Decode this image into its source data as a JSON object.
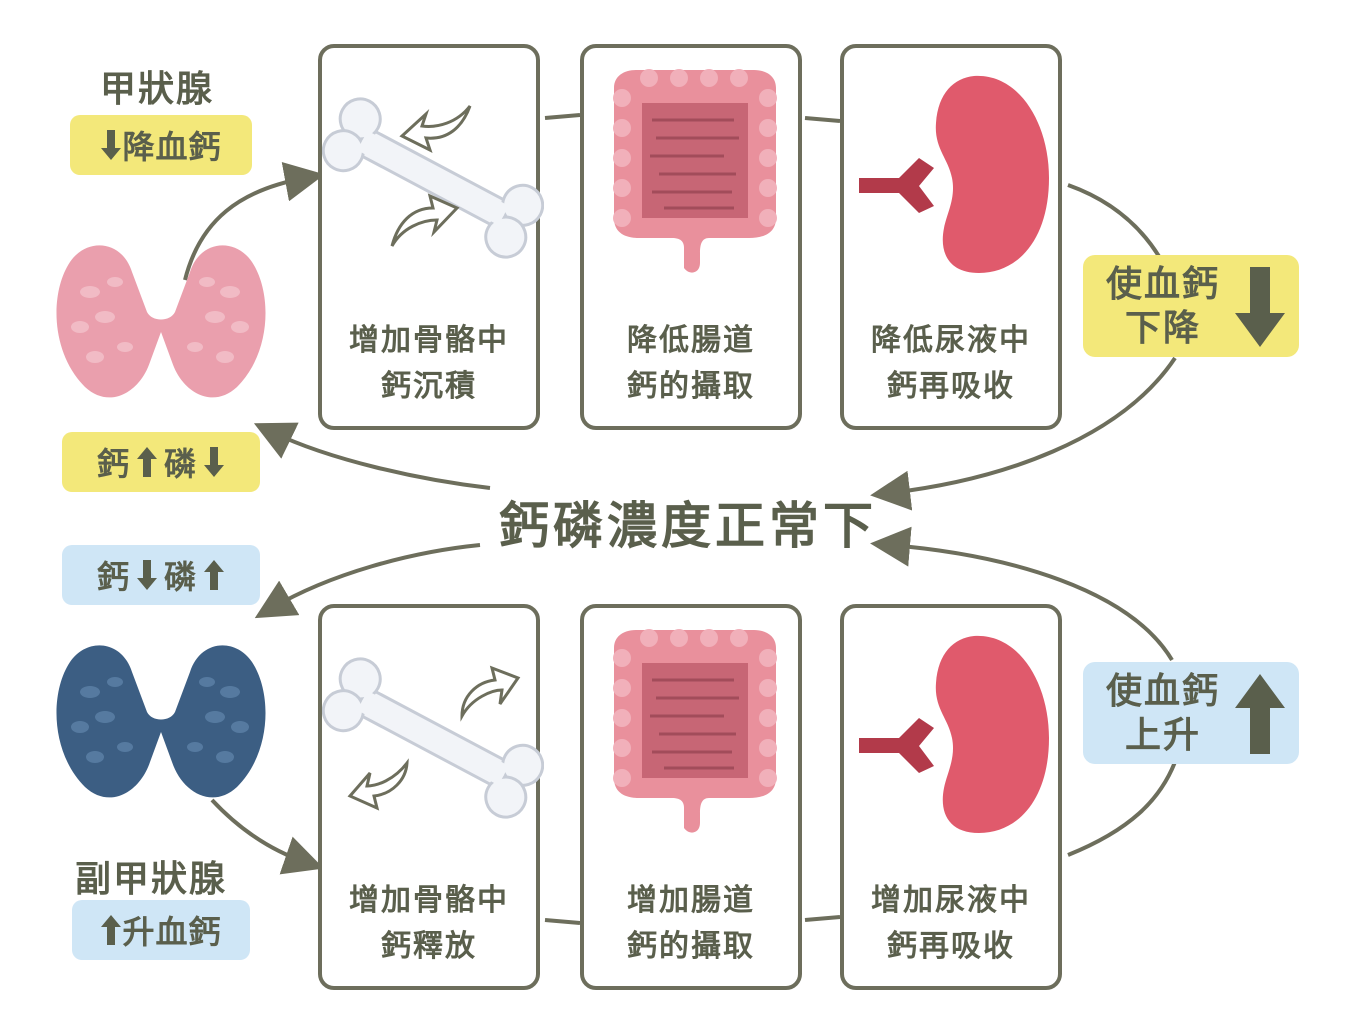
{
  "thyroid": {
    "title": "甲狀腺",
    "effect": "降血鈣",
    "summary": {
      "calcium": "鈣",
      "phosphorus": "磷"
    },
    "color": "#e58fa0"
  },
  "parathyroid": {
    "title": "副甲狀腺",
    "effect": "升血鈣",
    "summary": {
      "calcium": "鈣",
      "phosphorus": "磷"
    },
    "color": "#3c5e83"
  },
  "center": {
    "title": "鈣磷濃度正常下"
  },
  "top_row": [
    {
      "line1": "增加骨骼中",
      "line2": "鈣沉積",
      "icon": "bone-icon"
    },
    {
      "line1": "降低腸道",
      "line2": "鈣的攝取",
      "icon": "intestine-icon"
    },
    {
      "line1": "降低尿液中",
      "line2": "鈣再吸收",
      "icon": "kidney-icon"
    }
  ],
  "bottom_row": [
    {
      "line1": "增加骨骼中",
      "line2": "鈣釋放",
      "icon": "bone-icon"
    },
    {
      "line1": "增加腸道",
      "line2": "鈣的攝取",
      "icon": "intestine-icon"
    },
    {
      "line1": "增加尿液中",
      "line2": "鈣再吸收",
      "icon": "kidney-icon"
    }
  ],
  "result_top": {
    "line1": "使血鈣",
    "line2": "下降",
    "arrow": "down-arrow-icon"
  },
  "result_bottom": {
    "line1": "使血鈣",
    "line2": "上升",
    "arrow": "up-arrow-icon"
  },
  "colors": {
    "yellow_badge": "#f3e87a",
    "blue_badge": "#cfe6f6",
    "ink": "#5a5f4c",
    "arrow": "#6d6e5c"
  }
}
